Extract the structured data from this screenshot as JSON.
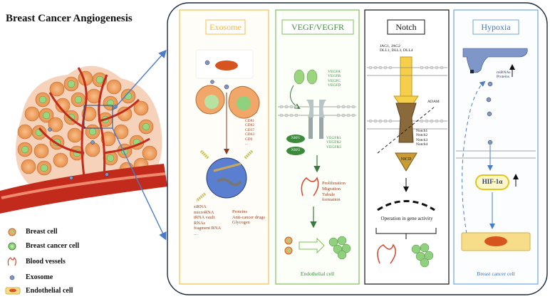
{
  "title": "Breast Cancer Angiogenesis",
  "legend": [
    {
      "label": "Breast cell",
      "icon": "breast-cell-icon"
    },
    {
      "label": "Breast cancer cell",
      "icon": "breast-cancer-cell-icon"
    },
    {
      "label": "Blood vessels",
      "icon": "blood-vessel-icon"
    },
    {
      "label": "Exosome",
      "icon": "exosome-icon"
    },
    {
      "label": "Endothelial cell",
      "icon": "endothelial-cell-icon"
    }
  ],
  "panels": {
    "exosome": {
      "title": "Exosome",
      "markers": [
        "CD81",
        "CD82",
        "CD37",
        "CD63",
        "CD9",
        "..."
      ],
      "cargo_left": [
        "siRNA",
        "microRNA",
        "tRNA  vault",
        "RNAs",
        "fragment RNA",
        "..."
      ],
      "cargo_right": [
        "Proteins",
        "Anti-cancer drugs",
        "Glycogen"
      ]
    },
    "vegf": {
      "title": "VEGF/VEGFR",
      "ligands": [
        "VEGFA",
        "VEGFB",
        "VEGFC",
        "VEGFD"
      ],
      "coreceptors": [
        "NRP1",
        "NRP2"
      ],
      "receptors": [
        "VEGFR1",
        "VEGFR2",
        "VEGFR3"
      ],
      "effects": [
        "Proliferation",
        "Migration",
        "Tubule",
        "formation"
      ],
      "caption": "Endothelial cell"
    },
    "notch": {
      "title": "Notch",
      "ligands": [
        "JAG1, JAG2",
        "DLL1, DLL3, DLL4"
      ],
      "adam": "ADAM",
      "receptors": [
        "Notch1",
        "Notch2",
        "Notch3",
        "Notch4"
      ],
      "nicd": "NICD",
      "gene_activity": "Operation in gene activity"
    },
    "hypoxia": {
      "title": "Hypoxia",
      "cargo": [
        "miRNAs",
        "Proteins"
      ],
      "hif": "HIF-1α",
      "caption": "Breast cancer cell"
    }
  },
  "colors": {
    "exosome_title": "#f3b340",
    "vegf_title": "#3f8f3f",
    "notch_title": "#111111",
    "hypoxia_title": "#3d74c8",
    "exosome_border": "#f5c04a",
    "vegf_border": "#7fbf5a",
    "hypoxia_border": "#6fa7de",
    "cancer_cell": "#8fd17e",
    "breast_cell": "#f1a66a",
    "vessel": "#c22a1c",
    "exosome_dot": "#7e96c8",
    "endothelial": "#f7dd8a"
  }
}
